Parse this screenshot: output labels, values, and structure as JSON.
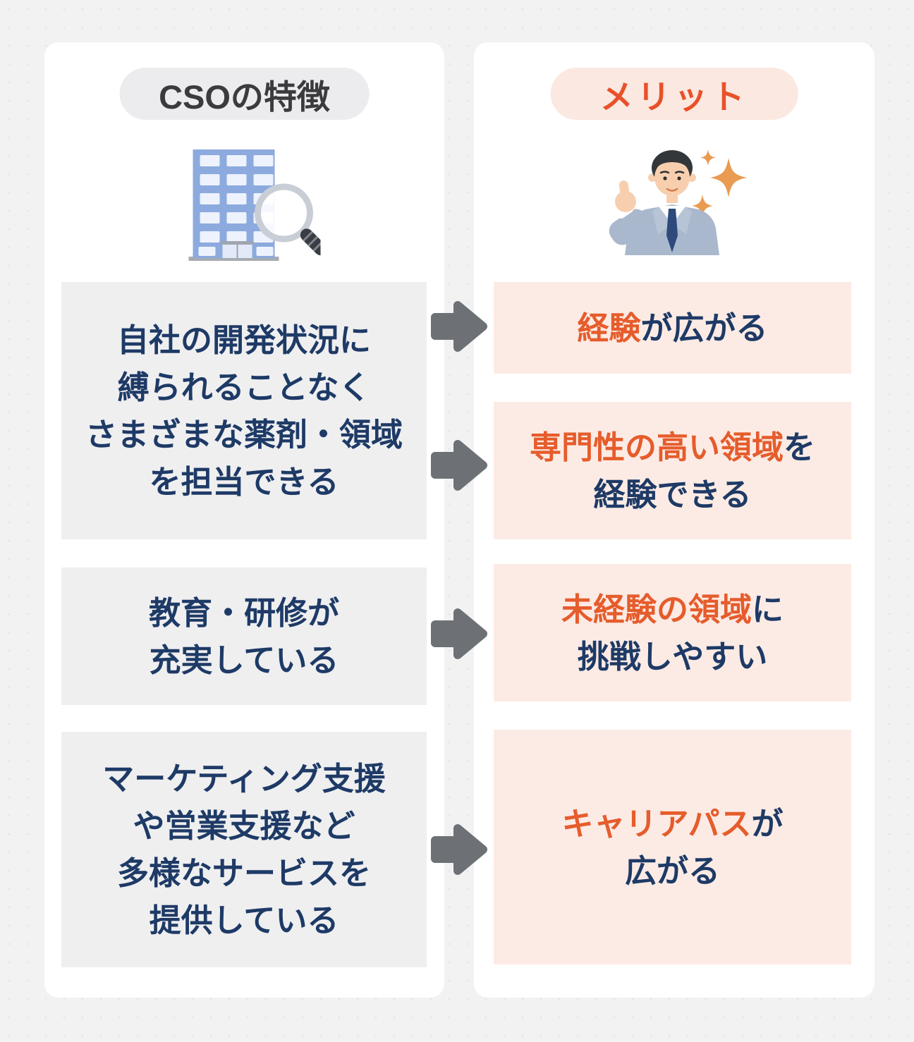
{
  "columns": {
    "left": {
      "header": "CSOの特徴",
      "icon": "building-with-magnifier",
      "boxes": [
        {
          "lines": [
            [
              {
                "text": "自社の開発状況に",
                "color": "navy"
              }
            ],
            [
              {
                "text": "縛られることなく",
                "color": "navy"
              }
            ],
            [
              {
                "text": "さまざまな薬剤・領域",
                "color": "navy"
              }
            ],
            [
              {
                "text": "を担当できる",
                "color": "navy"
              }
            ]
          ]
        },
        {
          "lines": [
            [
              {
                "text": "教育・研修が",
                "color": "navy"
              }
            ],
            [
              {
                "text": "充実している",
                "color": "navy"
              }
            ]
          ]
        },
        {
          "lines": [
            [
              {
                "text": "マーケティング支援",
                "color": "navy"
              }
            ],
            [
              {
                "text": "や営業支援など",
                "color": "navy"
              }
            ],
            [
              {
                "text": "多様なサービスを",
                "color": "navy"
              }
            ],
            [
              {
                "text": "提供している",
                "color": "navy"
              }
            ]
          ]
        }
      ]
    },
    "right": {
      "header": "メリット",
      "icon": "thumbs-up-businessman",
      "boxes": [
        {
          "lines": [
            [
              {
                "text": "経験",
                "color": "orange"
              },
              {
                "text": "が広がる",
                "color": "navy"
              }
            ]
          ]
        },
        {
          "lines": [
            [
              {
                "text": "専門性の高い領域",
                "color": "orange"
              },
              {
                "text": "を",
                "color": "navy"
              }
            ],
            [
              {
                "text": "経験できる",
                "color": "navy"
              }
            ]
          ]
        },
        {
          "lines": [
            [
              {
                "text": "未経験の領域",
                "color": "orange"
              },
              {
                "text": "に",
                "color": "navy"
              }
            ],
            [
              {
                "text": "挑戦しやすい",
                "color": "navy"
              }
            ]
          ]
        },
        {
          "lines": [
            [
              {
                "text": "キャリアパス",
                "color": "orange"
              },
              {
                "text": "が",
                "color": "navy"
              }
            ],
            [
              {
                "text": "広がる",
                "color": "navy"
              }
            ]
          ]
        }
      ]
    }
  },
  "colors": {
    "page_bg": "#f2f2f3",
    "card_bg": "#ffffff",
    "gray_box": "#efeff0",
    "pink_box": "#fcebe4",
    "pill_gray_bg": "#ececee",
    "pill_gray_text": "#3b3b3f",
    "pill_pink_bg": "#fbe8e1",
    "pill_pink_text": "#e8512a",
    "navy": "#1e3a66",
    "orange": "#e65c2c",
    "arrow": "#6d7176"
  }
}
